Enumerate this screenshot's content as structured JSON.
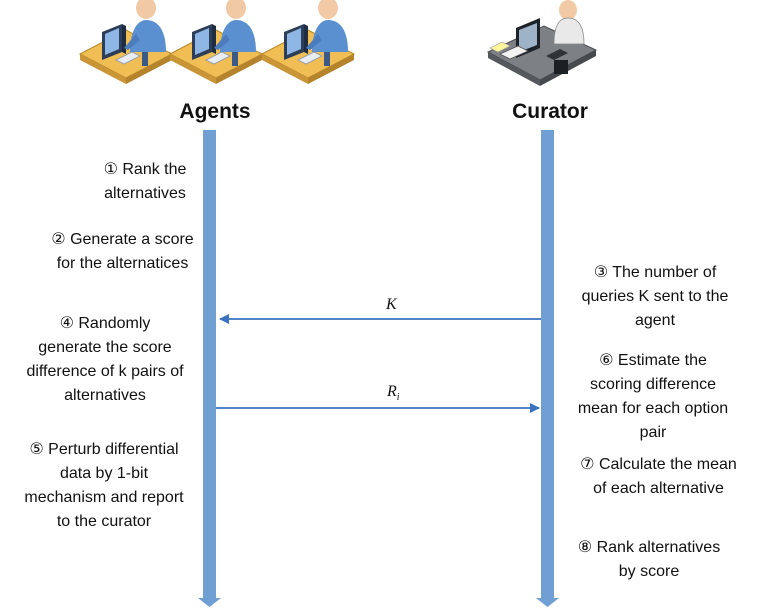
{
  "actors": {
    "left": "Agents",
    "right": "Curator"
  },
  "steps": {
    "s1": [
      "① Rank the",
      "alternatives"
    ],
    "s2": [
      "② Generate a score",
      "for the alternatices"
    ],
    "s3": [
      "③ The number of",
      "queries K sent to the",
      "agent"
    ],
    "s4": [
      "④ Randomly",
      "generate the score",
      "difference of k pairs of",
      "alternatives"
    ],
    "s5": [
      "⑤ Perturb differential",
      "data by 1-bit",
      "mechanism and report",
      "to the curator"
    ],
    "s6": [
      "⑥ Estimate the",
      "scoring difference",
      "mean for each option",
      "pair"
    ],
    "s7": [
      "⑦ Calculate the mean",
      "of each alternative"
    ],
    "s8": [
      "⑧ Rank alternatives",
      "by score"
    ]
  },
  "messages": {
    "k": "K",
    "r": "R",
    "r_sub": "i"
  },
  "colors": {
    "lifeline": "#6f9fd3",
    "arrow": "#3a72c0",
    "desk": "#e9b54a",
    "person": "#5a8fd0"
  },
  "icons": {
    "agent": "computer-user-icon",
    "curator": "workstation-icon"
  }
}
